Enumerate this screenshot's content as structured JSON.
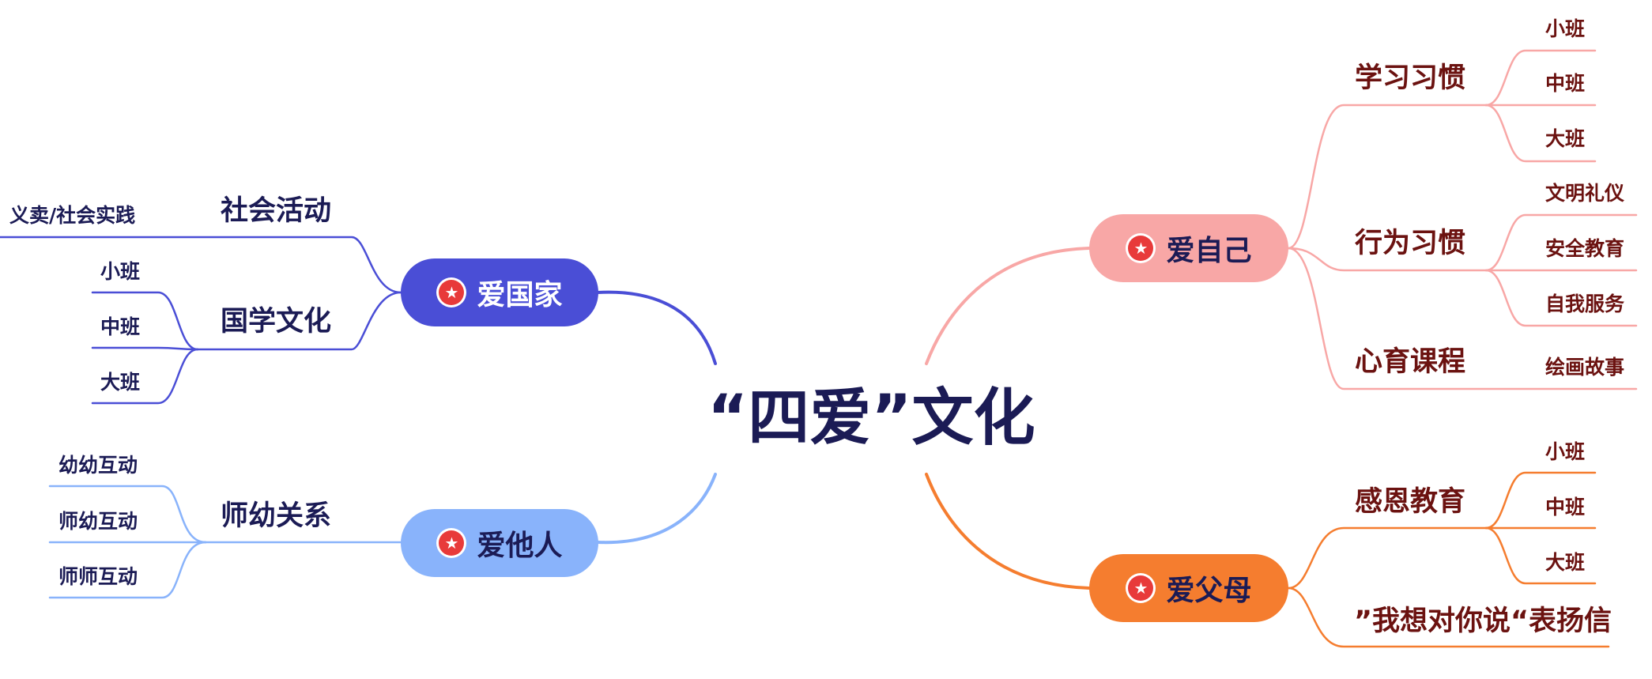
{
  "center": {
    "title": "“四爱”文化",
    "color": "#1b1b55"
  },
  "colors": {
    "guojia": "#4a4ed6",
    "taren": "#89b3fb",
    "ziji": "#f8a7a6",
    "fumu": "#f57d2f",
    "star": "#e83a3a",
    "navy_text": "#1b1b55",
    "maroon_text": "#6b1210"
  },
  "icon": "star-badge-icon",
  "branches": {
    "guojia": {
      "label": "爱国家",
      "topics": [
        {
          "label": "社会活动",
          "items": [
            "义卖/社会实践"
          ]
        },
        {
          "label": "国学文化",
          "items": [
            "小班",
            "中班",
            "大班"
          ]
        }
      ]
    },
    "taren": {
      "label": "爱他人",
      "topics": [
        {
          "label": "师幼关系",
          "items": [
            "幼幼互动",
            "师幼互动",
            "师师互动"
          ]
        }
      ]
    },
    "ziji": {
      "label": "爱自己",
      "topics": [
        {
          "label": "学习习惯",
          "items": [
            "小班",
            "中班",
            "大班"
          ]
        },
        {
          "label": "行为习惯",
          "items": [
            "文明礼仪",
            "安全教育",
            "自我服务"
          ]
        },
        {
          "label": "心育课程",
          "items": [
            "绘画故事"
          ]
        }
      ]
    },
    "fumu": {
      "label": "爱父母",
      "topics": [
        {
          "label": "感恩教育",
          "items": [
            "小班",
            "中班",
            "大班"
          ]
        },
        {
          "label": "”我想对你说“表扬信",
          "items": []
        }
      ]
    }
  }
}
